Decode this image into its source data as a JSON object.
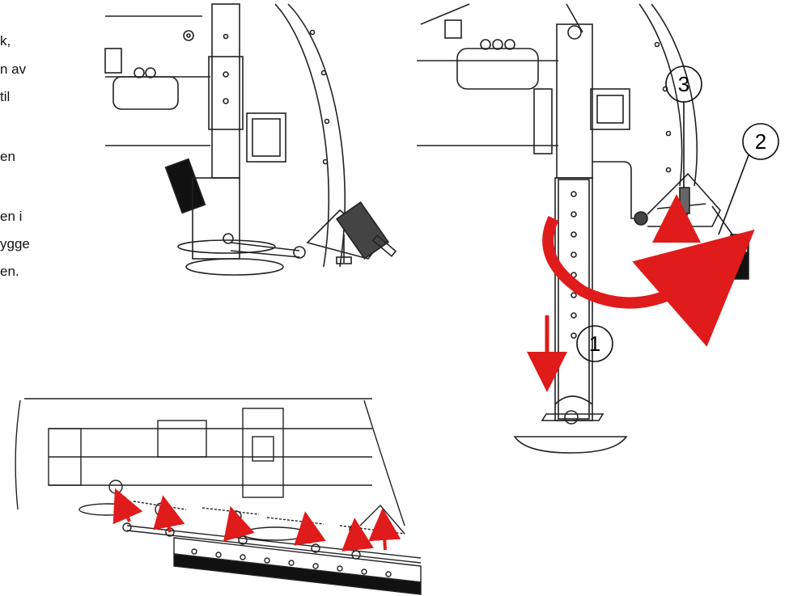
{
  "text_fragment": {
    "lines": [
      "k,",
      "n av",
      "til",
      "en",
      "en i",
      "ygge",
      "en."
    ]
  },
  "callouts": {
    "one": "1",
    "two": "2",
    "three": "3"
  },
  "colors": {
    "arrow": "#e01b1b",
    "line": "#222222",
    "blade": "#111111"
  }
}
